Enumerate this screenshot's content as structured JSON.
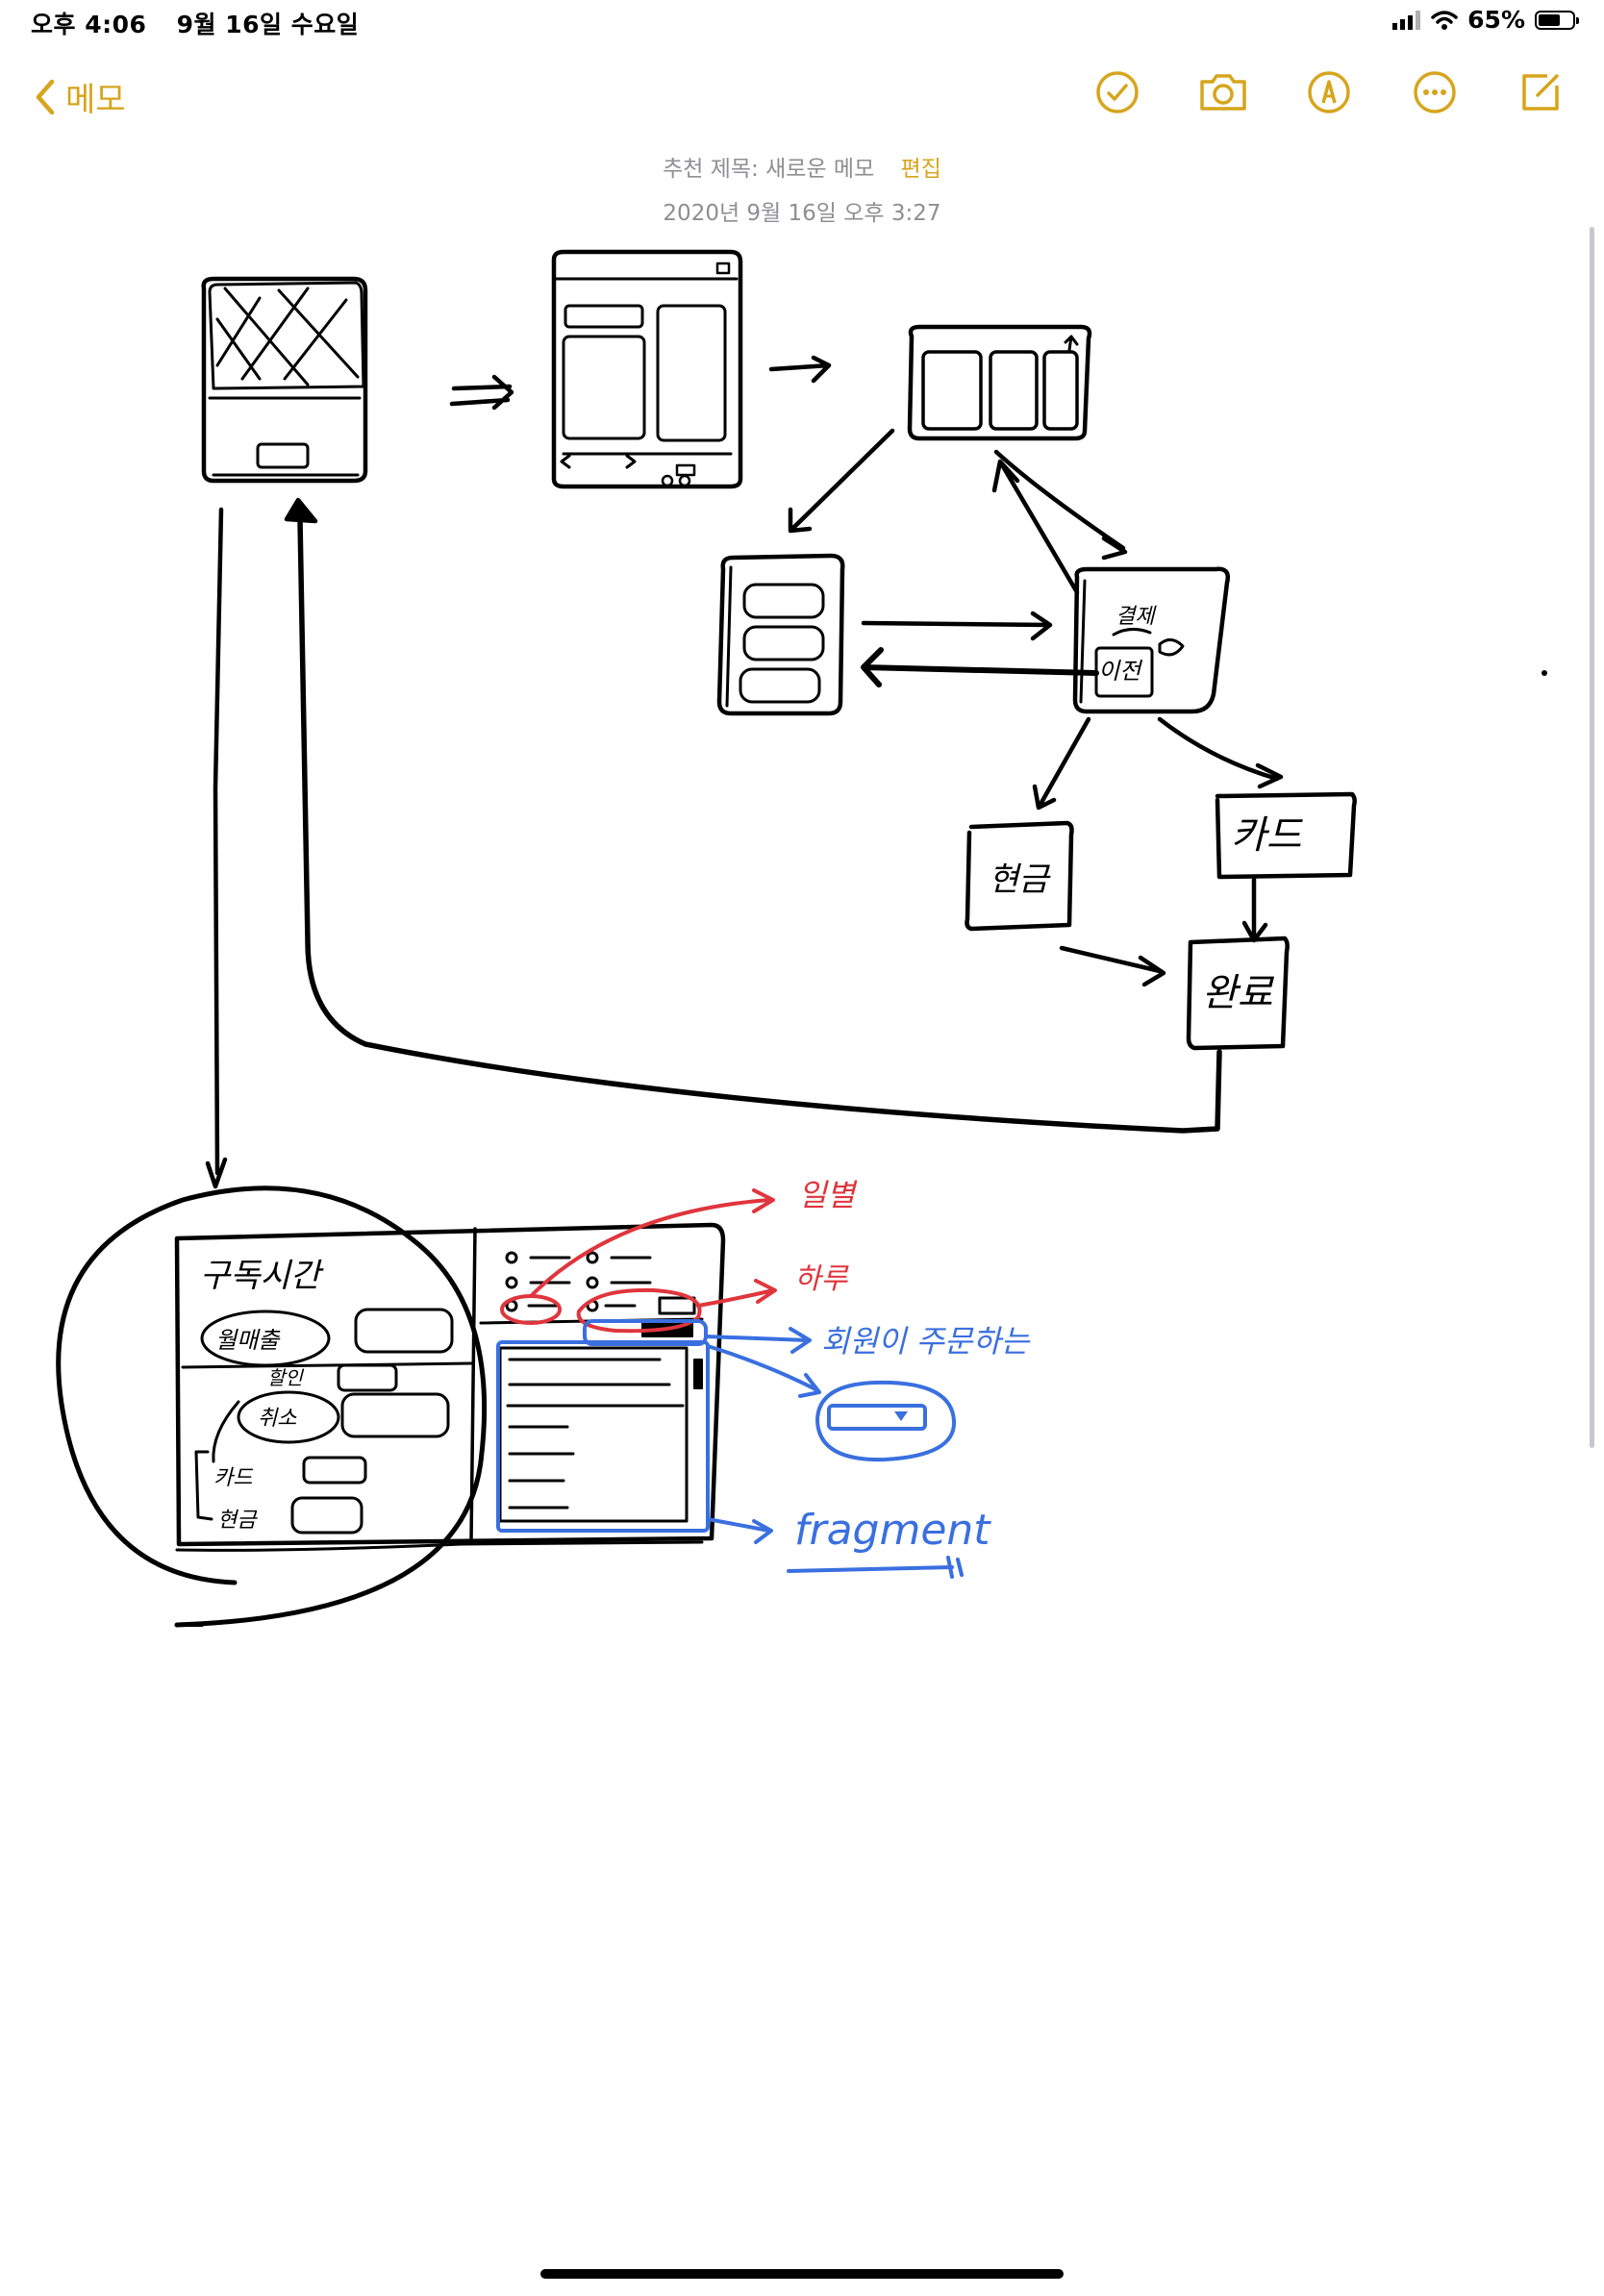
{
  "status_bar": {
    "time": "오후 4:06",
    "date": "9월 16일 수요일",
    "battery": "65%",
    "battery_level": 0.65
  },
  "nav": {
    "back_label": "메모",
    "icons": [
      "checkmark-circle-icon",
      "camera-icon",
      "markup-pen-icon",
      "more-ellipsis-icon",
      "compose-icon"
    ]
  },
  "note": {
    "suggested_title": "추천 제목: 새로운 메모",
    "edit_label": "편집",
    "date": "2020년 9월 16일 오후 3:27"
  },
  "drawing": {
    "labels": {
      "payment": "결제",
      "previous": "이전",
      "cash": "현금",
      "card": "카드",
      "done": "완료",
      "subscription_time": "구독시간",
      "daily": "일별",
      "one_day": "하루",
      "member_order": "회원이 주문하는",
      "fragment": "fragment",
      "monthly": "월매출",
      "discount": "할인",
      "cancel": "취소",
      "card_field": "카드",
      "cash_field": "현금"
    },
    "colors": {
      "ink": "#000000",
      "red": "#e0353d",
      "blue": "#3a6fe0",
      "accent": "#d6a51d"
    }
  }
}
